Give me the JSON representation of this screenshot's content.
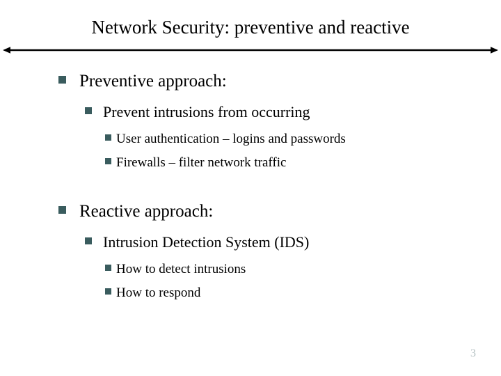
{
  "slide": {
    "title": "Network Security: preventive and reactive",
    "page_number": "3",
    "accent_color": "#3a5c5e",
    "title_color": "#000000",
    "background_color": "#ffffff",
    "page_number_color": "#b4c0c2",
    "divider": {
      "icon": "double-headed-arrow-rule",
      "color": "#000000"
    },
    "bullets": {
      "icon": "square-bullet",
      "color": "#3a5c5e"
    },
    "content": [
      {
        "level": 1,
        "text": "Preventive approach:"
      },
      {
        "level": 2,
        "text": "Prevent intrusions from occurring"
      },
      {
        "level": 3,
        "text": "User authentication – logins and passwords"
      },
      {
        "level": 3,
        "text": "Firewalls – filter network traffic"
      },
      {
        "level": 1,
        "text": "Reactive approach:"
      },
      {
        "level": 2,
        "text": "Intrusion Detection System (IDS)"
      },
      {
        "level": 3,
        "text": "How to detect intrusions"
      },
      {
        "level": 3,
        "text": "How to respond"
      }
    ]
  }
}
